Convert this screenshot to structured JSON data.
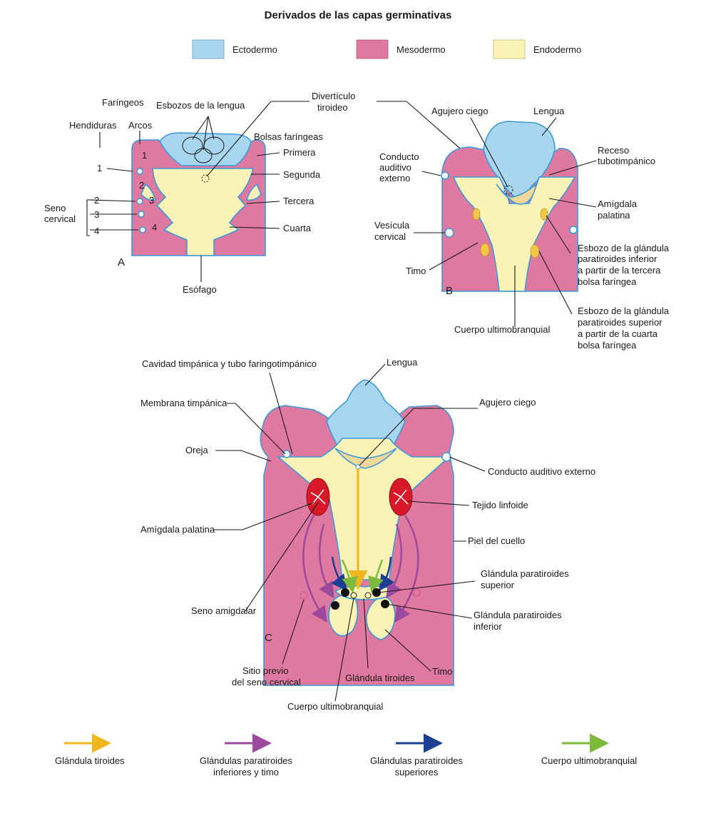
{
  "title": "Derivados de las capas germinativas",
  "colors": {
    "ectodermo": "#a8d6ee",
    "mesodermo": "#e0799f",
    "endodermo": "#fbf3b6",
    "outline": "#3a9ad9",
    "tiroides_arrow": "#f0b61e",
    "paratiroides_inf_arrow": "#9b4a9e",
    "paratiroides_sup_arrow": "#1d3f93",
    "ultimobranquial_arrow": "#7cbb3a",
    "linfoide": "#d8192a"
  },
  "legend": {
    "ectodermo": "Ectodermo",
    "mesodermo": "Mesodermo",
    "endodermo": "Endodermo"
  },
  "panel_a": {
    "letter": "A",
    "faringeos": "Faríngeos",
    "hendiduras": "Hendiduras",
    "arcos": "Arcos",
    "esbozos_lengua": "Esbozos de la lengua",
    "bolsas": "Bolsas faríngeas",
    "primera": "Primera",
    "segunda": "Segunda",
    "tercera": "Tercera",
    "cuarta": "Cuarta",
    "seno": "Seno",
    "cervical": "cervical",
    "esofago": "Esófago",
    "n1": "1",
    "n2": "2",
    "n3": "3",
    "n4": "4"
  },
  "shared": {
    "diverticulo_1": "Divertículo",
    "diverticulo_2": "tiroideo"
  },
  "panel_b": {
    "letter": "B",
    "agujero_ciego": "Agujero ciego",
    "lengua": "Lengua",
    "receso_1": "Receso",
    "receso_2": "tubotimpánico",
    "conducto_1": "Conducto",
    "conducto_2": "auditivo",
    "conducto_3": "externo",
    "amigdala_1": "Amígdala",
    "amigdala_2": "palatina",
    "vesicula_1": "Vesícula",
    "vesicula_2": "cervical",
    "timo": "Timo",
    "inf_1": "Esbozo de la glándula",
    "inf_2": "paratiroides inferior",
    "inf_3": "a partir de la tercera",
    "inf_4": "bolsa faríngea",
    "sup_1": "Esbozo de la glándula",
    "sup_2": "paratiroides superior",
    "sup_3": "a partir de la cuarta",
    "sup_4": "bolsa faríngea",
    "ultimo": "Cuerpo ultimobranquial"
  },
  "panel_c": {
    "letter": "C",
    "cavidad": "Cavidad timpánica y tubo faringotimpánico",
    "lengua": "Lengua",
    "membrana": "Membrana timpánica",
    "agujero": "Agujero ciego",
    "oreja": "Oreja",
    "conducto": "Conducto auditivo externo",
    "tejido": "Tejido linfoide",
    "amigdala": "Amígdala palatina",
    "piel": "Piel del cuello",
    "para_sup_1": "Glándula paratiroides",
    "para_sup_2": "superior",
    "seno_amig": "Seno amigdalar",
    "para_inf_1": "Glándula paratiroides",
    "para_inf_2": "inferior",
    "timo": "Timo",
    "sitio_1": "Sitio previo",
    "sitio_2": "del seno cervical",
    "tiroides": "Glándula tiroides",
    "ultimo": "Cuerpo ultimobranquial"
  },
  "arrow_legend": {
    "tiroides": "Glándula tiroides",
    "para_inf_1": "Glándulas paratiroides",
    "para_inf_2": "inferiores y timo",
    "para_sup_1": "Glándulas paratiroides",
    "para_sup_2": "superiores",
    "ultimo": "Cuerpo ultimobranquial"
  }
}
